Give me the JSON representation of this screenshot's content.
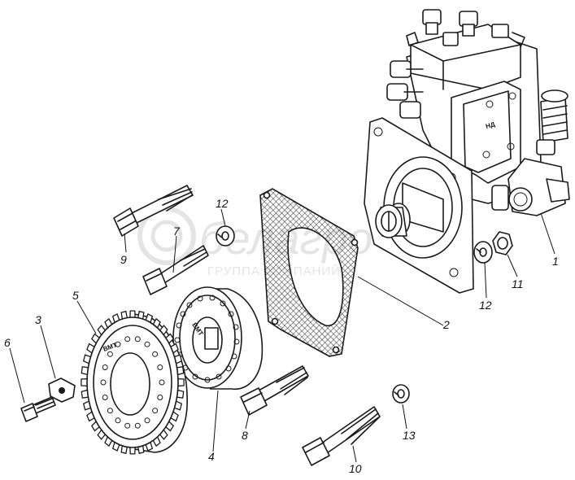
{
  "watermark": {
    "brand": "белагро",
    "tagline": "ГРУППА КОМПАНИЙ",
    "color": "#cfcfcf"
  },
  "part_stamps": {
    "gear_marking": "ВМТ",
    "hub_marking": "ВМТ",
    "cover_marking": "НД"
  },
  "callouts": [
    {
      "id": "1",
      "label": "1"
    },
    {
      "id": "2",
      "label": "2"
    },
    {
      "id": "3",
      "label": "3"
    },
    {
      "id": "4",
      "label": "4"
    },
    {
      "id": "5",
      "label": "5"
    },
    {
      "id": "6",
      "label": "6"
    },
    {
      "id": "7",
      "label": "7"
    },
    {
      "id": "8",
      "label": "8"
    },
    {
      "id": "9",
      "label": "9"
    },
    {
      "id": "10",
      "label": "10"
    },
    {
      "id": "11",
      "label": "11"
    },
    {
      "id": "12a",
      "label": "12"
    },
    {
      "id": "12b",
      "label": "12"
    },
    {
      "id": "13",
      "label": "13"
    }
  ]
}
